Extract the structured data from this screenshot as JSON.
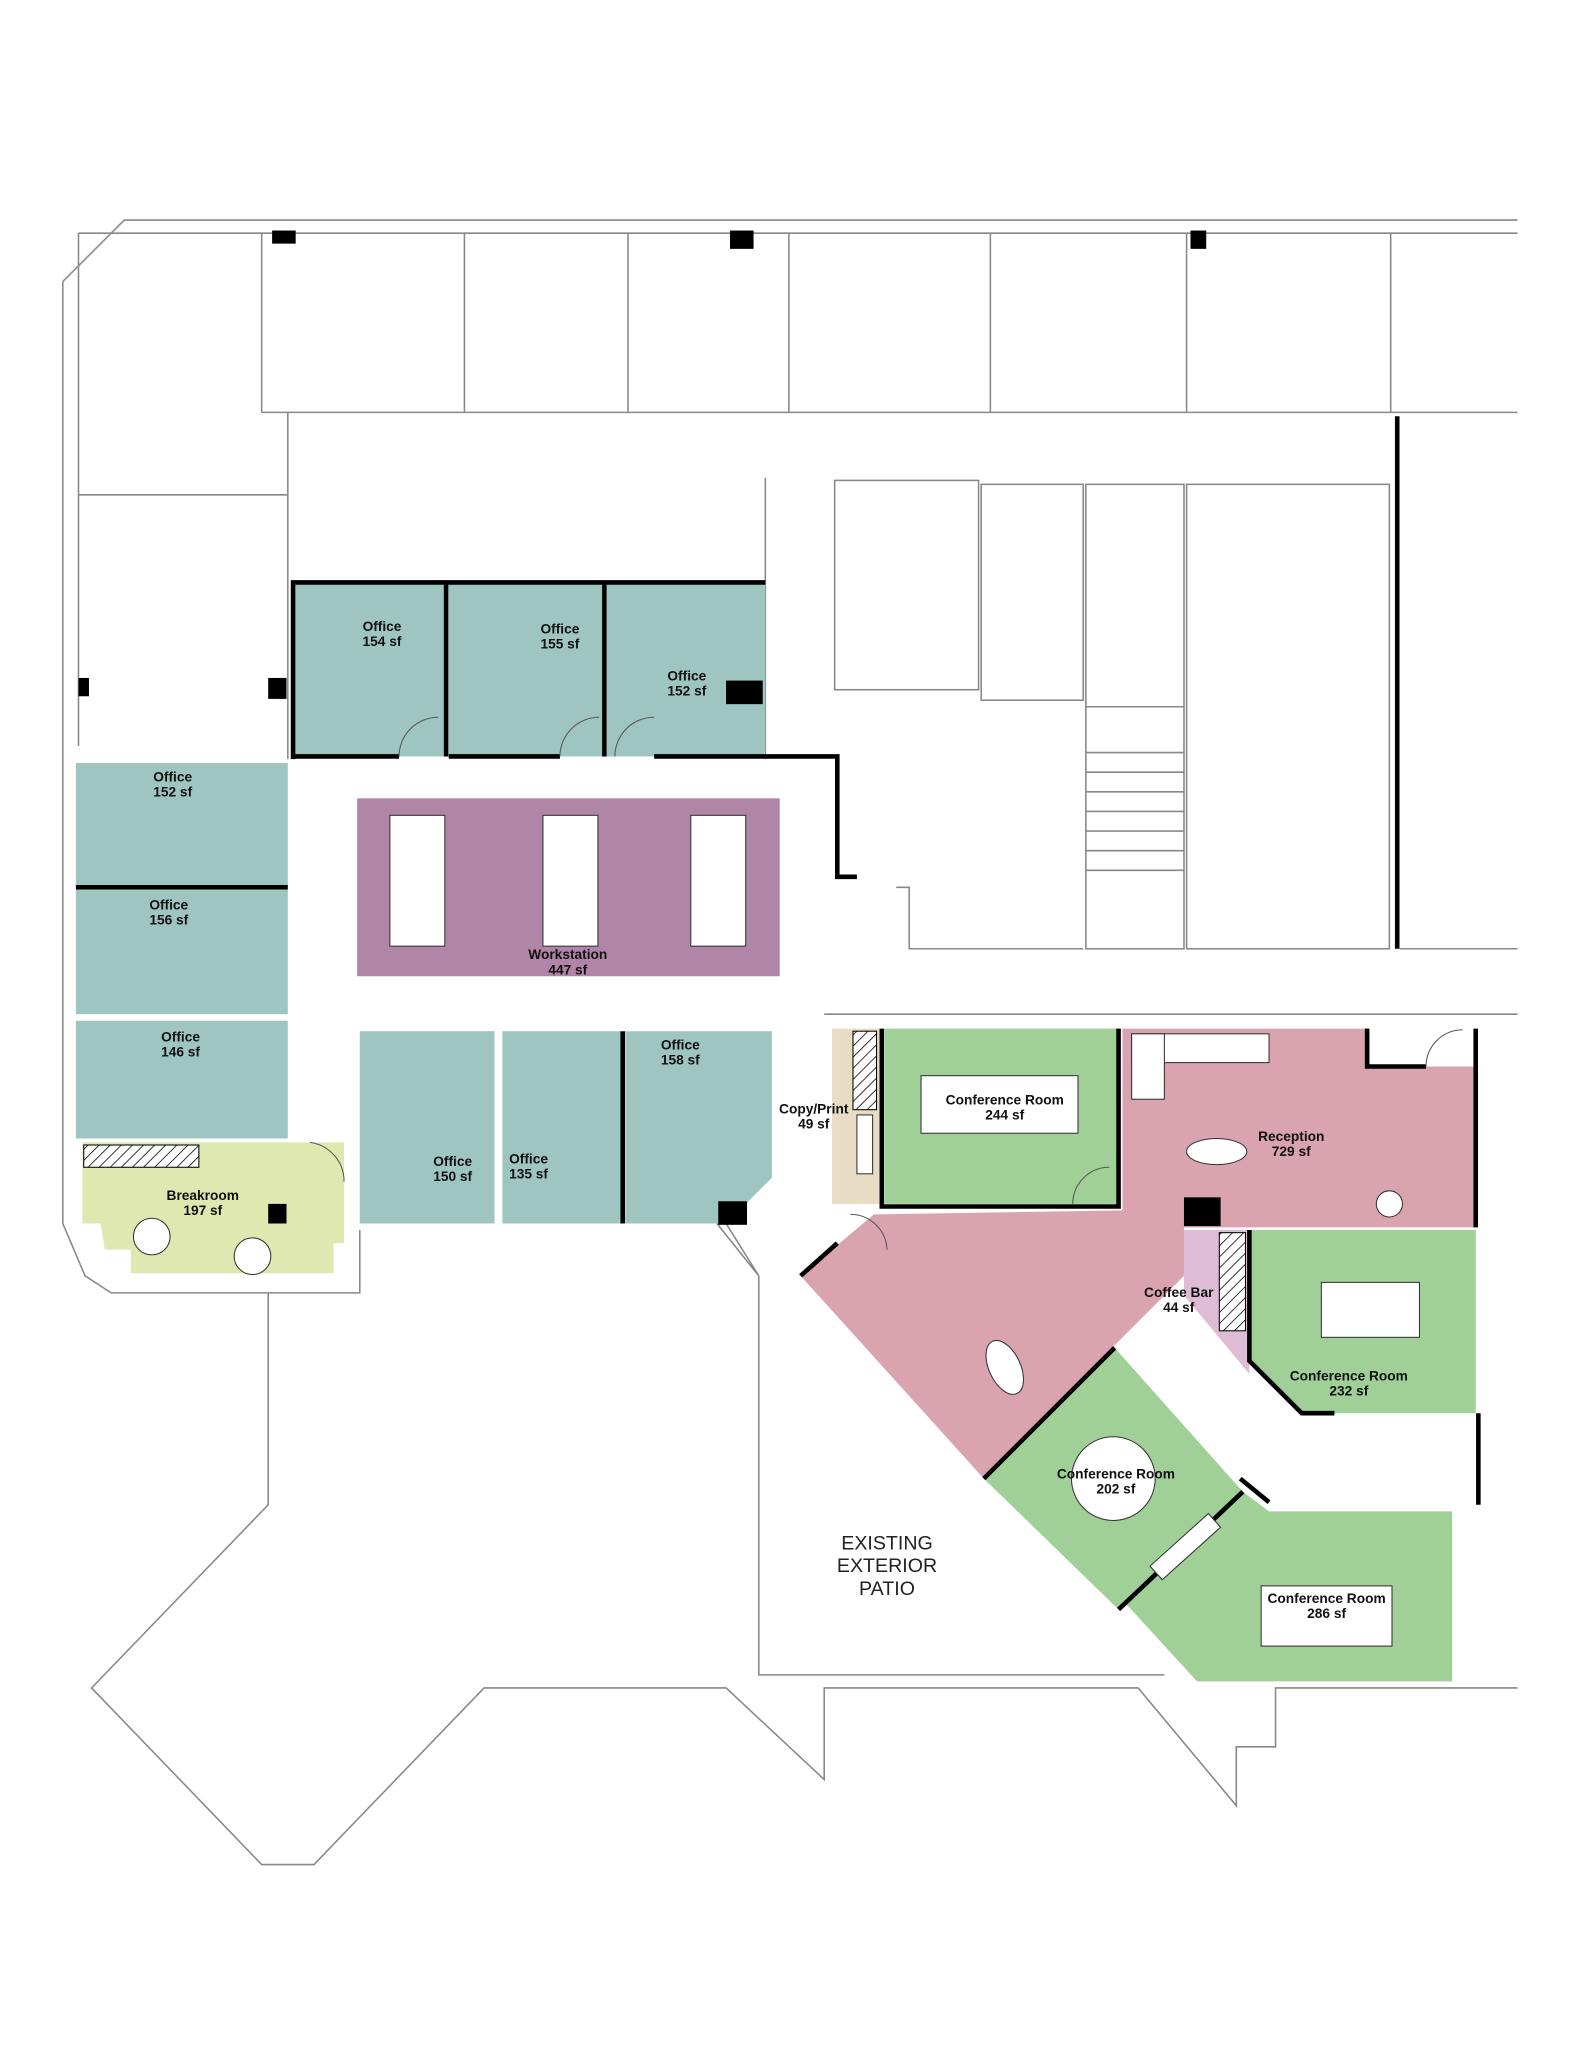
{
  "colors": {
    "office": "#9fc5c0",
    "workstation": "#b185a7",
    "conference": "#a0cf98",
    "reception": "#d9a3b0",
    "breakroom": "#dfe8b0",
    "copy_print": "#e8dcc4",
    "coffee_bar": "#dfbcd6"
  },
  "rooms": [
    {
      "name": "Office",
      "area": "154 sf"
    },
    {
      "name": "Office",
      "area": "155 sf"
    },
    {
      "name": "Office",
      "area": "152 sf"
    },
    {
      "name": "Office",
      "area": "152 sf"
    },
    {
      "name": "Office",
      "area": "156 sf"
    },
    {
      "name": "Office",
      "area": "146 sf"
    },
    {
      "name": "Breakroom",
      "area": "197 sf"
    },
    {
      "name": "Workstation",
      "area": "447 sf"
    },
    {
      "name": "Office",
      "area": "150 sf"
    },
    {
      "name": "Office",
      "area": "135 sf"
    },
    {
      "name": "Office",
      "area": "158 sf"
    },
    {
      "name": "Copy/Print",
      "area": "49 sf"
    },
    {
      "name": "Conference Room",
      "area": "244 sf"
    },
    {
      "name": "Reception",
      "area": "729 sf"
    },
    {
      "name": "Coffee Bar",
      "area": "44 sf"
    },
    {
      "name": "Conference Room",
      "area": "232 sf"
    },
    {
      "name": "Conference Room",
      "area": "202 sf"
    },
    {
      "name": "Conference Room",
      "area": "286 sf"
    }
  ],
  "patio": {
    "line1": "EXISTING",
    "line2": "EXTERIOR",
    "line3": "PATIO"
  }
}
